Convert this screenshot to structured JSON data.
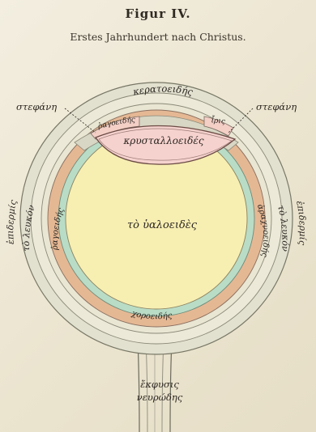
{
  "figure": {
    "title": "Figur IV.",
    "subtitle": "Erstes Jahrhundert nach Christus."
  },
  "labels": {
    "corneal": "κερατοειδής",
    "stephane_left": "στεφάνη",
    "stephane_right": "στεφάνη",
    "uvea_patch": "ῥαγοειδής",
    "iris": "ἶρις",
    "lens": "κρυσταλλοειδές",
    "vitreous": "τὸ ὑαλοειδὲς",
    "arachnoid": "ἀραχνοειδής",
    "choroid_left": "ῥαγοειδής",
    "choroid_bottom": "χοροειδής",
    "white_left": "τὸ λευκόν",
    "white_right": "τὸ λευκόν",
    "epidermis_left": "ἐπιδερμίς",
    "epidermis_right": "ἐπιδερμίς",
    "nerve_line1": "ἔκφυσις",
    "nerve_line2": "νευρώδης"
  },
  "colors": {
    "outer_ring": "#e2e0cf",
    "white_ring": "#ece9d8",
    "choroid_ring": "#e5b894",
    "retina_ring": "#b9dcc6",
    "vitreous": "#f7eeb2",
    "lens": "#f6d2ce",
    "ink": "#2a2520"
  }
}
